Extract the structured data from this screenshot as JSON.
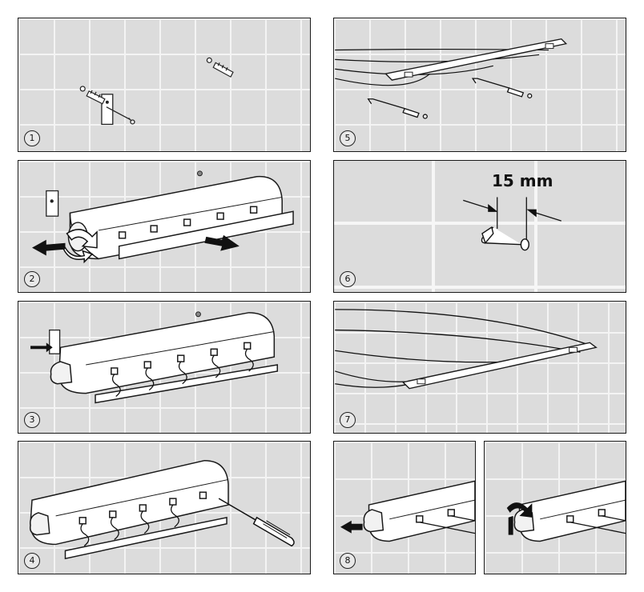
{
  "steps": {
    "s1": "1",
    "s2": "2",
    "s3": "3",
    "s4": "4",
    "s5": "5",
    "s6": "6",
    "s7": "7",
    "s8": "8"
  },
  "measurement": "15 mm",
  "icons": [
    "wall-plug-icon",
    "screw-icon",
    "mounting-plate-icon",
    "hook-icon",
    "arrow-icon",
    "rotate-arrow-icon",
    "screwdriver-icon",
    "clothesline-reel-icon"
  ],
  "colors": {
    "tile": "#dcdcdc",
    "grout": "#f4f4f4",
    "line": "#1a1a1a",
    "device": "#ffffff"
  }
}
